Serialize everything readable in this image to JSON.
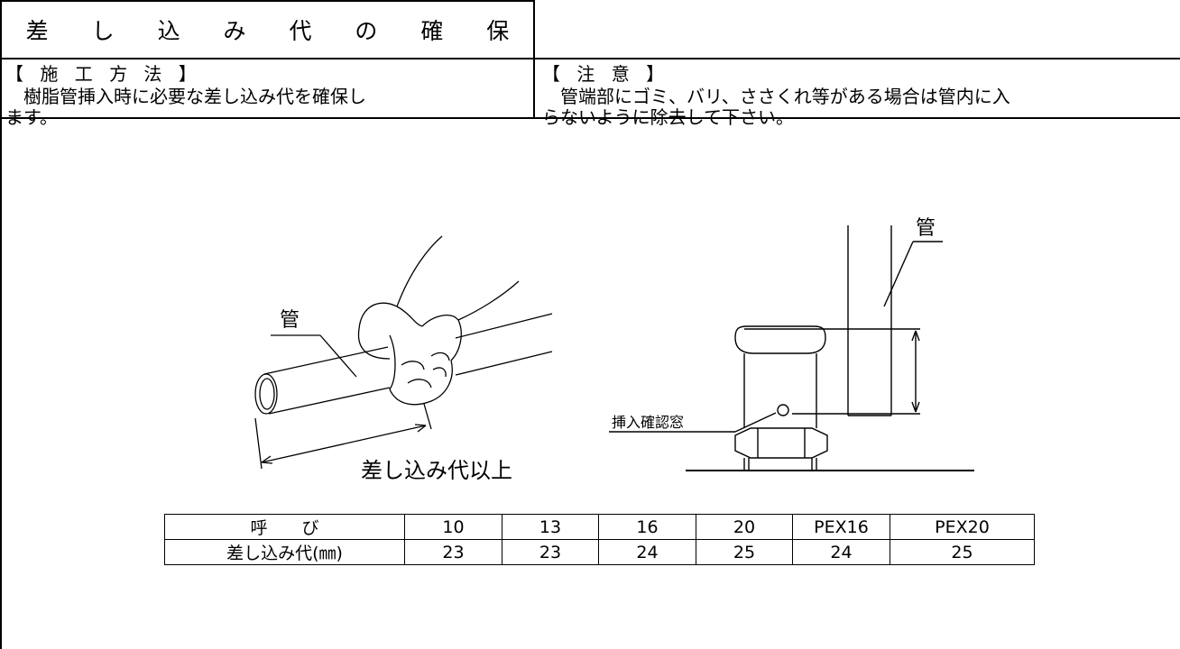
{
  "title": "差 し 込 み 代 の 確 保",
  "method": {
    "heading": "【 施 工 方 法 】",
    "line1": "　樹脂管挿入時に必要な差し込み代を確保し",
    "line2": "ます。"
  },
  "caution": {
    "heading": "【 注 意 】",
    "line1": "　管端部にゴミ、バリ、ささくれ等がある場合は管内に入",
    "line2": "らないように除去して下さい。"
  },
  "figure_left": {
    "pipe_label": "管",
    "depth_label": "差し込み代以上"
  },
  "figure_right": {
    "pipe_label": "管",
    "window_label": "挿入確認窓"
  },
  "table": {
    "headers": [
      "呼　　び",
      "10",
      "13",
      "16",
      "20",
      "PEX16",
      "PEX20"
    ],
    "row": [
      "差し込み代(㎜)",
      "23",
      "23",
      "24",
      "25",
      "24",
      "25"
    ]
  }
}
